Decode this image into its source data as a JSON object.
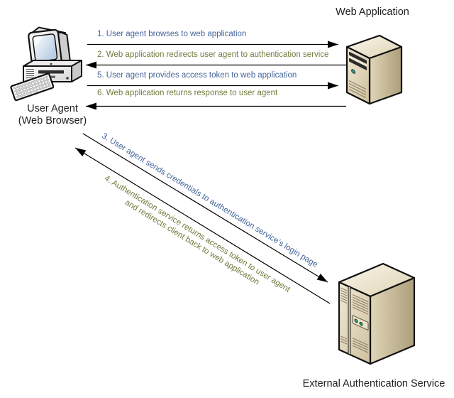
{
  "nodes": {
    "user_agent": {
      "line1": "User Agent",
      "line2": "(Web Browser)"
    },
    "web_application": {
      "label": "Web Application"
    },
    "external_auth_service": {
      "label": "External Authentication Service"
    }
  },
  "messages": {
    "m1": "1. User agent browses to web application",
    "m2": "2. Web application redirects user agent to authentication service",
    "m3": "3. User agent sends credentials to authentication service’s login page",
    "m4_line1": "4. Authentication service returns access token to user agent",
    "m4_line2": "and redirects client back to web application",
    "m5": "5. User agent provides access token to web application",
    "m6": "6. Web application returns response to user agent"
  },
  "icons": {
    "user_agent": "desktop-computer-icon",
    "web_application": "server-tower-icon",
    "external_auth_service": "large-server-tower-icon"
  },
  "colors": {
    "request_text": "#44669B",
    "response_text": "#6E7D3C",
    "arrow_line": "#000000",
    "node_label": "#1F1F1F",
    "server_front": "#E2D8BC",
    "server_side": "#C9BC9B",
    "server_top": "#F2EDDC",
    "led_green": "#2E9E6B"
  }
}
